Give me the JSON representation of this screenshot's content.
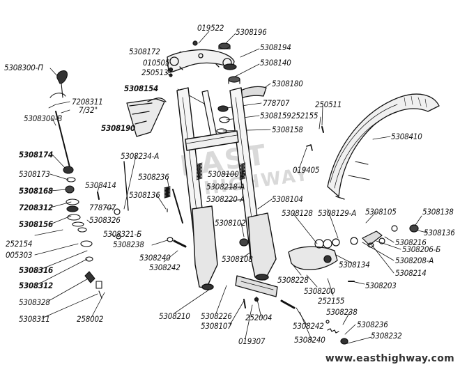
{
  "watermark": "www.easthighway.com",
  "logo_text": [
    "EAST",
    "HIGHWAY"
  ],
  "parts": {
    "p019522": "019522",
    "p5308196": "5308196",
    "p5308172": "5308172",
    "p5308194": "5308194",
    "p010505": "010505",
    "p250513": "250513",
    "p5308140": "5308140",
    "p5308300n": "5308300-П",
    "p5308180": "5308180",
    "p5308154": "5308154",
    "p7208311": "7208311",
    "p7_32": "7/32\"",
    "p778707a": "778707",
    "p5308300v": "5308300-В",
    "p250511": "250511",
    "p5308159": "5308159",
    "p252155a": "252155",
    "p5308190": "5308190",
    "p5308158": "5308158",
    "p5308410": "5308410",
    "p5308174": "5308174",
    "p5308234a": "5308234-А",
    "p5308173": "5308173",
    "p5308236a": "5308236",
    "p5308100b": "5308100 Б",
    "p019405": "019405",
    "p5308414": "5308414",
    "p5308218a": "5308218-А",
    "p5308168": "5308168",
    "p5308136a": "5308136",
    "p5308220a": "5308220-А",
    "p7208312": "7208312",
    "p778707b": "778707",
    "p5308104": "5308104",
    "p5308156": "5308156",
    "p5308326": "5308326",
    "p5308128": "5308128",
    "p5308129a": "5308129-А",
    "p5308105": "5308105",
    "p5308138": "5308138",
    "p5308102": "5308102",
    "p5308136b": "5308136",
    "p252154": "252154",
    "p5308321b": "5308321-Б",
    "p5308216": "5308216",
    "p005303": "005303",
    "p5308238a": "5308238",
    "p5308206b": "5308206-Б",
    "p5308240a": "5308240",
    "p5308208a": "5308208-А",
    "p5308316": "5308316",
    "p5308242a": "5308242",
    "p5308108": "5308108",
    "p5308134": "5308134",
    "p5308214": "5308214",
    "p5308228": "5308228",
    "p5308312": "5308312",
    "p5308203": "5308203",
    "p5308200": "5308200",
    "p5308328": "5308328",
    "p252155b": "252155",
    "p5308210": "5308210",
    "p5308226": "5308226",
    "p5308311": "5308311",
    "p258002": "258002",
    "p5308107": "5308107",
    "p252004": "252004",
    "p5308238b": "5308238",
    "p5308242b": "5308242",
    "p5308236b": "5308236",
    "p019307": "019307",
    "p5308240b": "5308240",
    "p5308232": "5308232"
  }
}
